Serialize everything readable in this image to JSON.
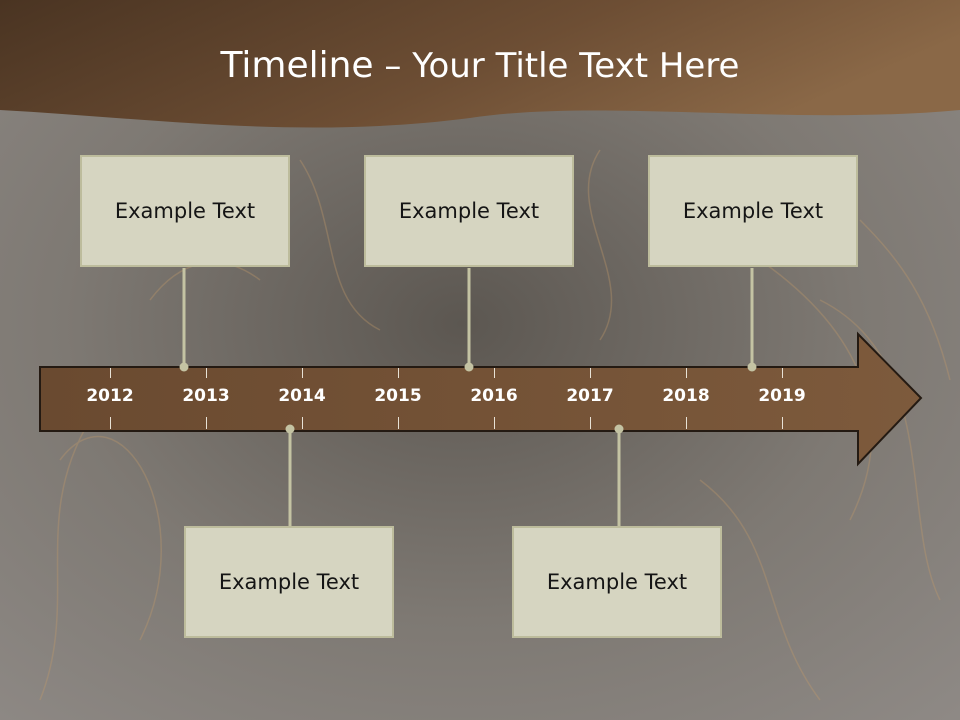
{
  "slide": {
    "title_main": "Timeline",
    "title_sep": " – ",
    "title_rest": "Your Title Text Here"
  },
  "timeline": {
    "years": [
      "2012",
      "2013",
      "2014",
      "2015",
      "2016",
      "2017",
      "2018",
      "2019"
    ],
    "events_top": [
      {
        "label": "Example Text"
      },
      {
        "label": "Example Text"
      },
      {
        "label": "Example Text"
      }
    ],
    "events_bottom": [
      {
        "label": "Example Text"
      },
      {
        "label": "Example Text"
      }
    ]
  },
  "colors": {
    "header": "#6b4a30",
    "arrow": "#7a5538",
    "box_fill": "#d6d5c1",
    "connector": "#c4c3a3"
  }
}
